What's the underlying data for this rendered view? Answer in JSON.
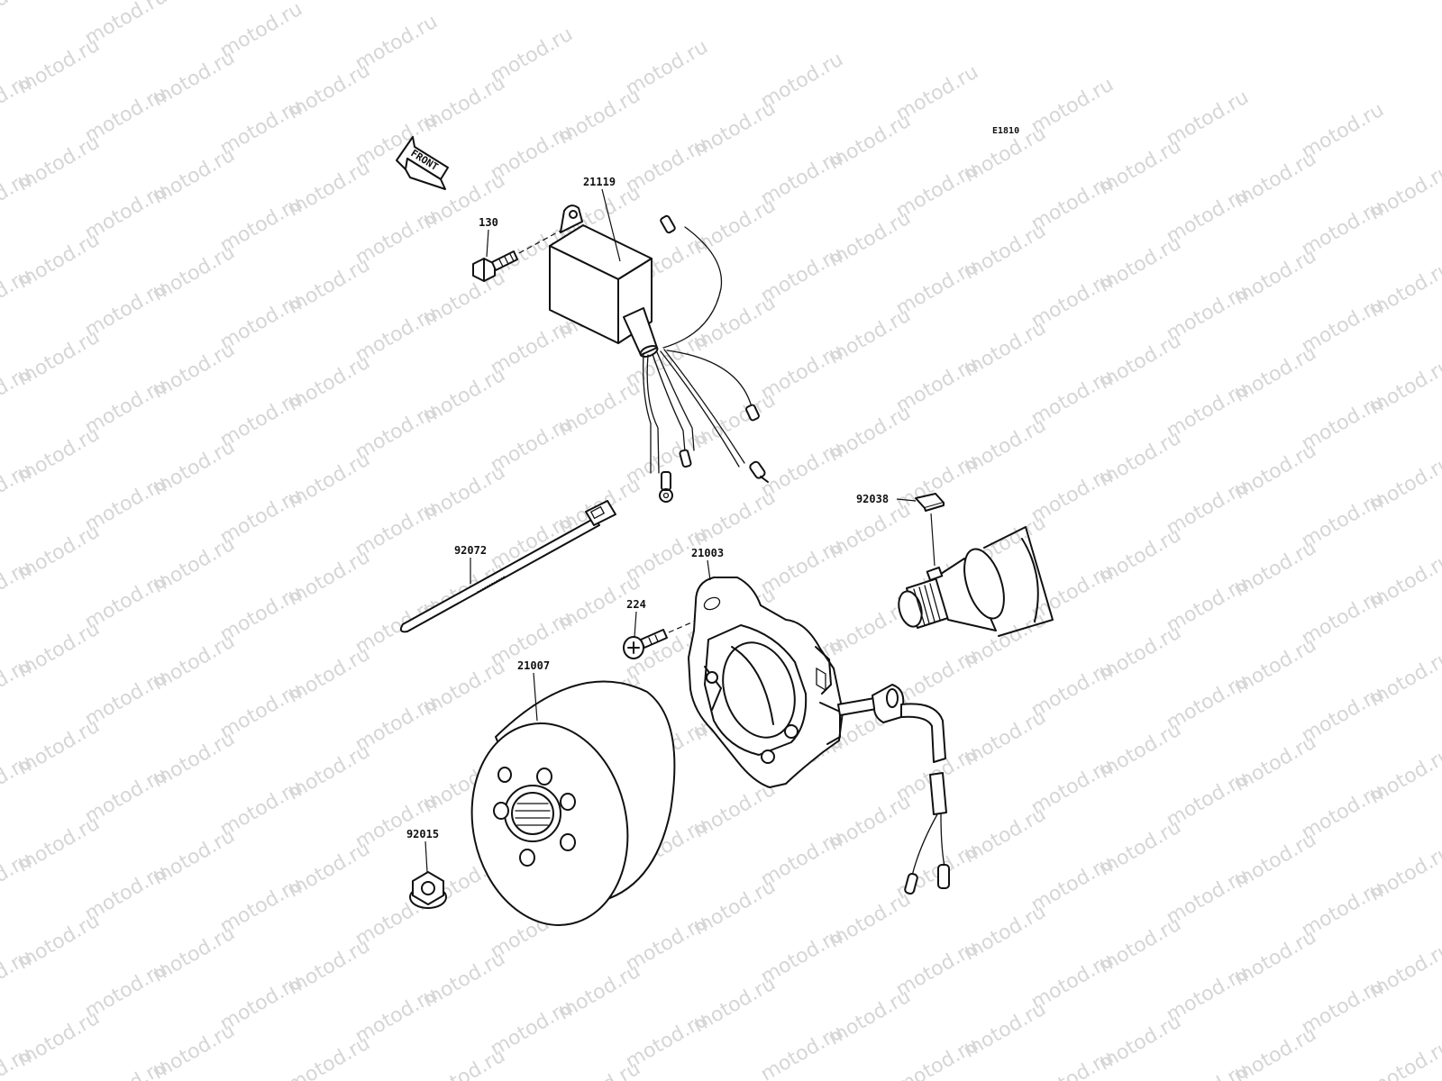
{
  "diagram": {
    "code": "E1810",
    "front_label": "FRONT",
    "watermark": "motod.ru",
    "parts": [
      {
        "id": "cdi",
        "number": "21119"
      },
      {
        "id": "bolt-130",
        "number": "130"
      },
      {
        "id": "cable-tie",
        "number": "92072"
      },
      {
        "id": "key",
        "number": "92038"
      },
      {
        "id": "stator",
        "number": "21003"
      },
      {
        "id": "screw-224",
        "number": "224"
      },
      {
        "id": "flywheel",
        "number": "21007"
      },
      {
        "id": "nut",
        "number": "92015"
      }
    ]
  }
}
